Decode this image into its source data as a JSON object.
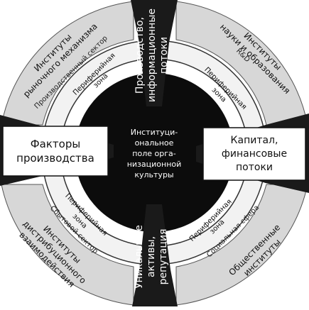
{
  "center": [
    "Институци-",
    "ональное",
    "поле орга-",
    "низационной",
    "культуры"
  ],
  "corners": {
    "top_left": [
      "Институты",
      "рыночного механизма"
    ],
    "top_right": [
      "Институты",
      "науки и образования"
    ],
    "bottom_left": [
      "Институты",
      "дистрибуционного",
      "взаимодействия"
    ],
    "bottom_right": [
      "Общественные",
      "институты"
    ]
  },
  "sectors": {
    "top_left": "Производственный сектор",
    "top_right": "R&D",
    "bottom_left": "Сбытовой сектор",
    "bottom_right": "Социальная сфера"
  },
  "zones": {
    "top_left": [
      "Периферийная",
      "зона"
    ],
    "top_right": [
      "Периферийная",
      "зона"
    ],
    "bottom_left": [
      "Периферийная",
      "зона"
    ],
    "bottom_right": [
      "Периферийная",
      "зона"
    ]
  },
  "flows": {
    "top": [
      "Производство,",
      "информационные",
      "потоки"
    ],
    "left": [
      "Факторы",
      "производства"
    ],
    "right": [
      "Капитал,",
      "финансовые",
      "потоки"
    ],
    "bottom": [
      "Уникальные",
      "активы,",
      "репутация"
    ]
  },
  "colors": {
    "core": "#0c0c0c",
    "corner_fill": "#d7d7d7",
    "arrow_dark": "#1a1a1a",
    "ring_band": "#f2f2f2"
  }
}
